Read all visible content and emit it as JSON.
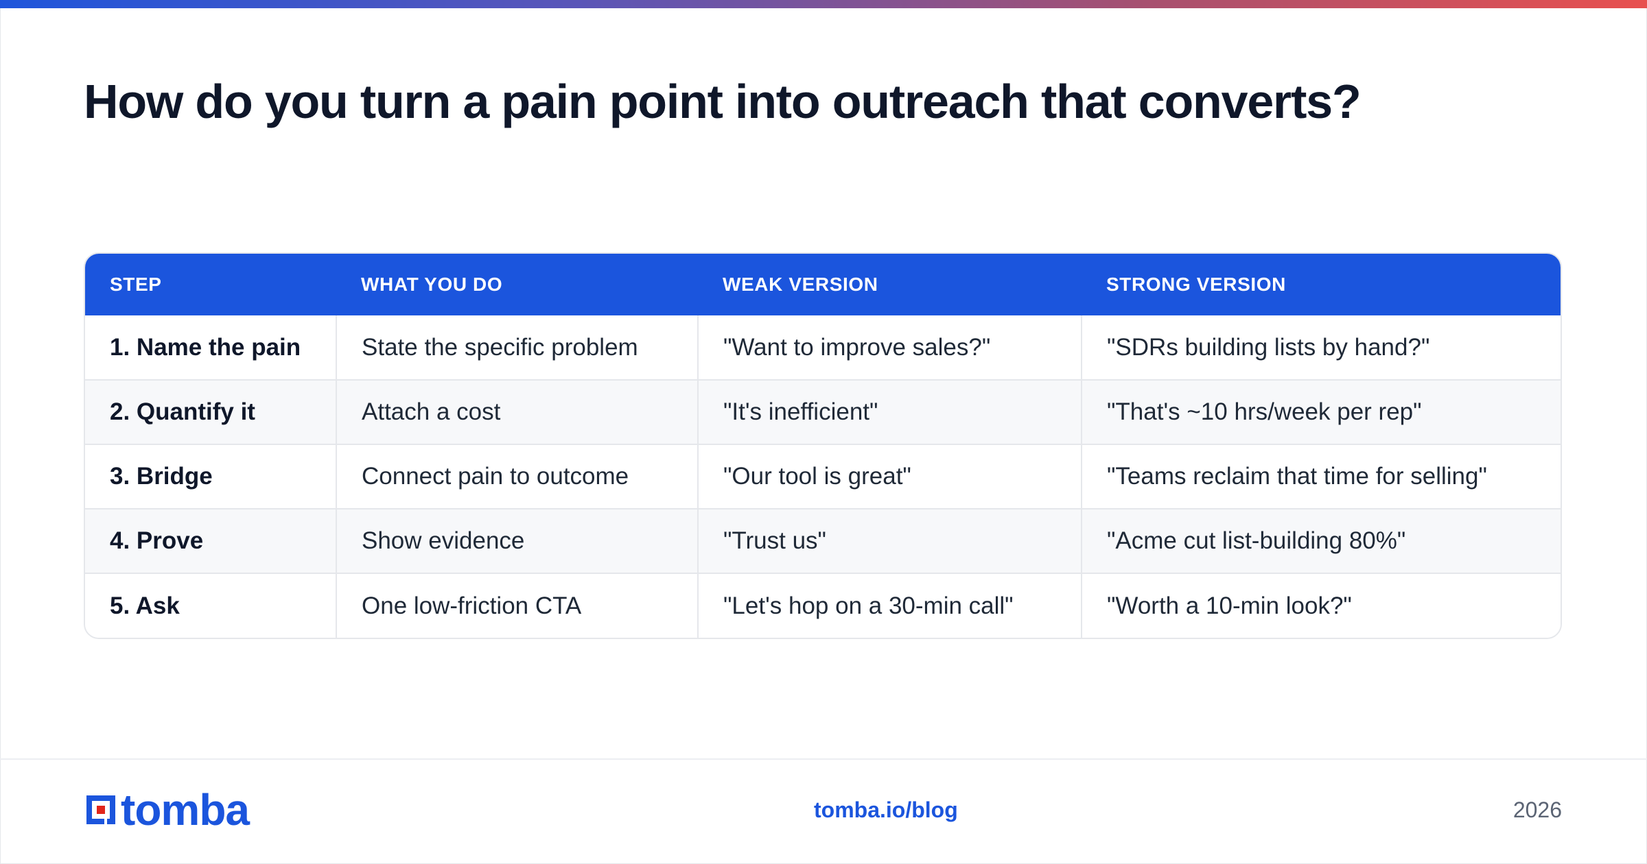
{
  "title": "How do you turn a pain point into outreach that converts?",
  "table": {
    "headers": [
      "STEP",
      "WHAT YOU DO",
      "WEAK VERSION",
      "STRONG VERSION"
    ],
    "rows": [
      [
        "1. Name the pain",
        "State the specific problem",
        "\"Want to improve sales?\"",
        "\"SDRs building lists by hand?\""
      ],
      [
        "2. Quantify it",
        "Attach a cost",
        "\"It's inefficient\"",
        "\"That's ~10 hrs/week per rep\""
      ],
      [
        "3. Bridge",
        "Connect pain to outcome",
        "\"Our tool is great\"",
        "\"Teams reclaim that time for selling\""
      ],
      [
        "4. Prove",
        "Show evidence",
        "\"Trust us\"",
        "\"Acme cut list-building 80%\""
      ],
      [
        "5. Ask",
        "One low-friction CTA",
        "\"Let's hop on a 30-min call\"",
        "\"Worth a 10-min look?\""
      ]
    ]
  },
  "footer": {
    "logo_text": "tomba",
    "link": "tomba.io/blog",
    "year": "2026"
  },
  "colors": {
    "accent": "#1b55dd",
    "logo_red": "#e1251b",
    "gradient": [
      "#1f56db",
      "#e8504f"
    ]
  }
}
